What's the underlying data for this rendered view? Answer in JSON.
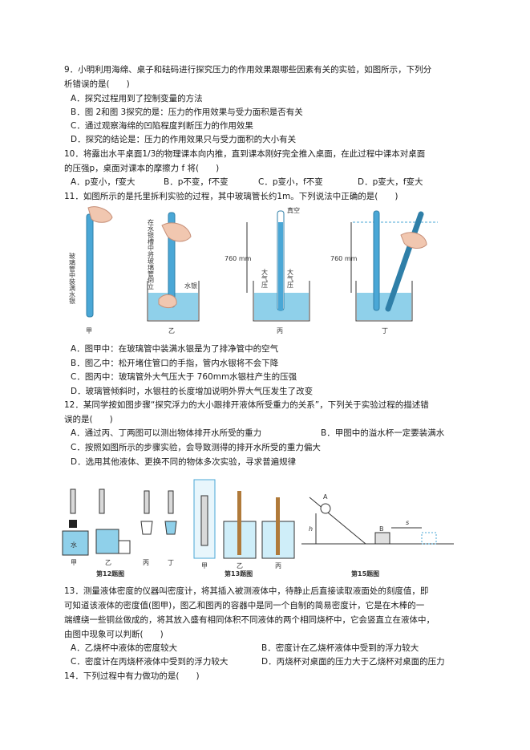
{
  "q9": {
    "stem1": "9．小明利用海绵、桌子和砝码进行探究压力的作用效果跟哪些因素有关的实验，如图所示，下列分",
    "stem2": "析错误的是(　　)",
    "A": "A．探究过程用到了控制变量的方法",
    "B": "B．图 2和图 3探究的是：压力的作用效果与受力面积是否有关",
    "C": "C．通过观察海绵的凹陷程度判断压力的作用效果",
    "D": "D．探究的结论是：压力的作用效果只与受力面积的大小有关"
  },
  "q10": {
    "stem1": "10．将露出水平桌面1/3的物理课本向内推，直到课本刚好完全推入桌面，在此过程中课本对桌面",
    "stem2": "的压强p，桌面对课本的摩擦力 f 将(　　)",
    "A": "A．p变小，f变大",
    "B": "B．p不变，f不变",
    "C": "C．p变小，f不变",
    "D": "D．p变大，f变大"
  },
  "q11": {
    "stem": "11．如图所示的是托里拆利实验的过程，其中玻璃管长约1m。下列说法中正确的是(　　)",
    "fig": {
      "jia_text": "玻璃管中装满水银",
      "yi_text": "在水银槽中将玻璃管倒立",
      "mercury": "水银",
      "vacuum": "真空",
      "mm760": "760 mm",
      "mm760b": "760 mm",
      "atm": "大气压",
      "atm2": "大气压",
      "l_jia": "甲",
      "l_yi": "乙",
      "l_bing": "丙",
      "l_ding": "丁"
    },
    "A": "A．图甲中：在玻璃管中装满水银是为了排净管中的空气",
    "B": "B．图乙中：松开堵住管口的手指，管内水银将不会下降",
    "C": "C．图丙中：玻璃管外大气压大于 760mm水银柱产生的压强",
    "D": "D．玻璃管倾斜时，水银柱的长度增加说明外界大气压发生了改变"
  },
  "q12": {
    "stem1": "12．某同学按如图步骤“探究浮力的大小跟排开液体所受重力的关系”，下列关于实验过程的描述错",
    "stem2": "误的是(　　)",
    "A": "A．通过丙、丁两图可以测出物体排开水所受的重力",
    "B": "B．甲图中的溢水杯一定要装满水",
    "C": "C．按照如图所示的步骤实验，会导致测得的排开水所受的重力偏大",
    "D": "D．选用其他液体、更换不同的物体多次实验，寻求普遍规律"
  },
  "figs": {
    "water": "水",
    "f12_labels": [
      "甲",
      "乙",
      "丙",
      "丁"
    ],
    "f13_labels": [
      "甲",
      "乙",
      "丙"
    ],
    "cap12": "第12题图",
    "cap13": "第13题图",
    "cap15": "第15题图",
    "f15_A": "A",
    "f15_B": "B",
    "f15_h": "h",
    "f15_s": "s"
  },
  "q13": {
    "stem1": "13．测量液体密度的仪器叫密度计，将其插入被测液体中，待静止后直接读取液面处的刻度值，即",
    "stem2": "可知道该液体的密度值(图甲)，图乙和图丙的容器中是同一个自制的简易密度计，它是在木棒的一",
    "stem3": "端缠绕一些铜丝做成的，将其放入盛有相同体积不同液体的两个相同烧杯中，它会竖直立在液体中，",
    "stem4": "由图中现象可以判断(　　)",
    "A": "A．乙烧杯中液体的密度较大",
    "B": "B．密度计在乙烧杯液体中受到的浮力较大",
    "C": "C．密度计在丙烧杯液体中受到的浮力较大",
    "D": "D．丙烧杯对桌面的压力大于乙烧杯对桌面的压力"
  },
  "q14": {
    "stem": "14．下列过程中有力做功的是(　　)"
  },
  "colors": {
    "water": "#8fd0ea",
    "tube": "#4aa7d6",
    "hand": "#f1c7b0"
  }
}
